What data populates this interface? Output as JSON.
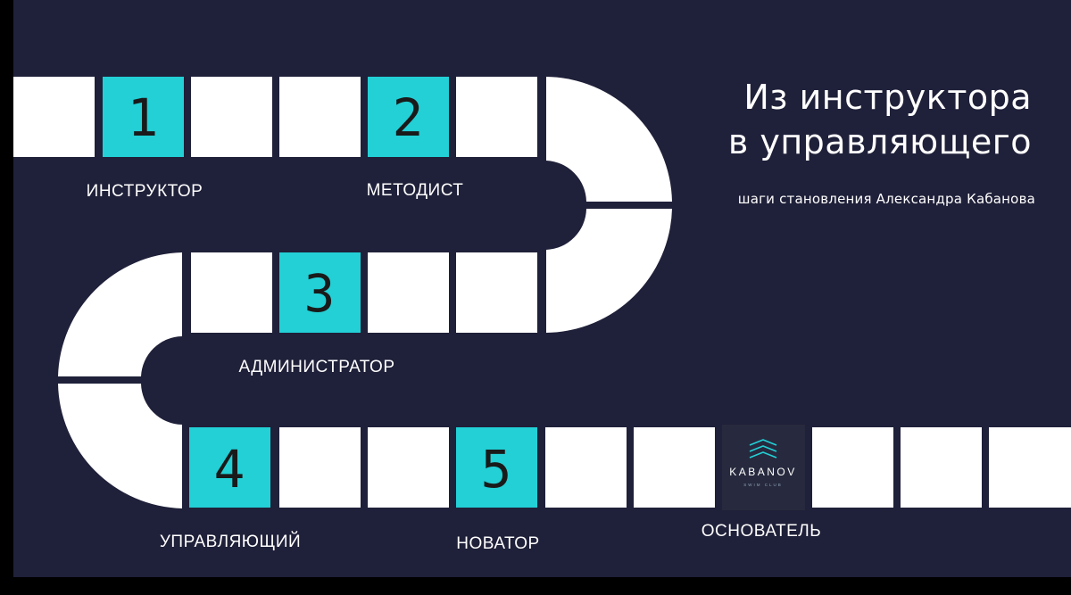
{
  "title": {
    "line1": "Из инструктора",
    "line2": "в управляющего"
  },
  "subtitle": "шаги становления Александра Кабанова",
  "steps": [
    {
      "number": "1",
      "label": "ИНСТРУКТОР"
    },
    {
      "number": "2",
      "label": "МЕТОДИСТ"
    },
    {
      "number": "3",
      "label": "АДМИНИСТРАТОР"
    },
    {
      "number": "4",
      "label": "УПРАВЛЯЮЩИЙ"
    },
    {
      "number": "5",
      "label": "НОВАТОР"
    }
  ],
  "final_step": {
    "label": "ОСНОВАТЕЛЬ",
    "logo_text": "KABANOV",
    "logo_subtext": "SWIM CLUB"
  },
  "colors": {
    "background": "#1f2039",
    "outer": "#000000",
    "cell": "#ffffff",
    "accent": "#22d0d6",
    "number": "#1a1a1a",
    "logo_bg": "#272a3e"
  }
}
